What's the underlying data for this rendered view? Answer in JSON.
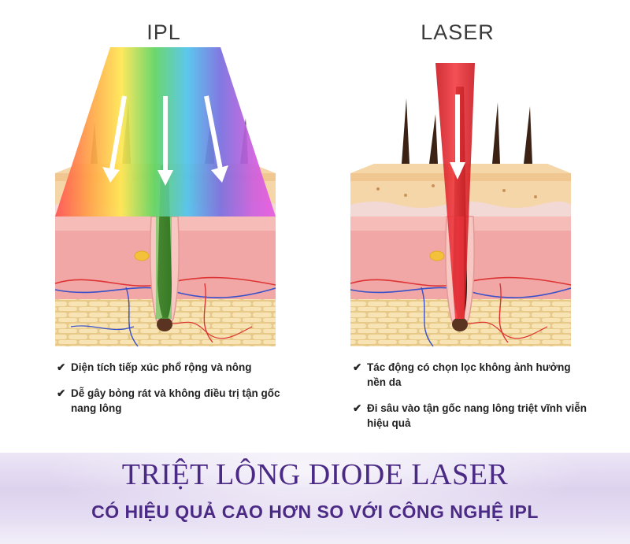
{
  "ipl": {
    "title": "IPL",
    "bullets": [
      "Diện tích tiếp xúc phổ rộng và nông",
      "Dễ gây bỏng rát và không điều trị tận gốc nang lông"
    ]
  },
  "laser": {
    "title": "LASER",
    "bullets": [
      "Tác động có chọn lọc không ảnh hưởng nền da",
      "Đi sâu vào tận gốc nang lông triệt vĩnh viễn hiệu quả"
    ]
  },
  "check_symbol": "✔",
  "banner": {
    "title": "TRIỆT LÔNG DIODE LASER",
    "subtitle": "CÓ HIỆU QUẢ CAO HƠN SO VỚI CÔNG NGHỆ IPL"
  },
  "colors": {
    "accent": "#4b2a86",
    "laser_red": "#e8262f",
    "skin_top": "#f4d3a4",
    "dermis": "#f0a8a8",
    "fat": "#f2dba0"
  }
}
